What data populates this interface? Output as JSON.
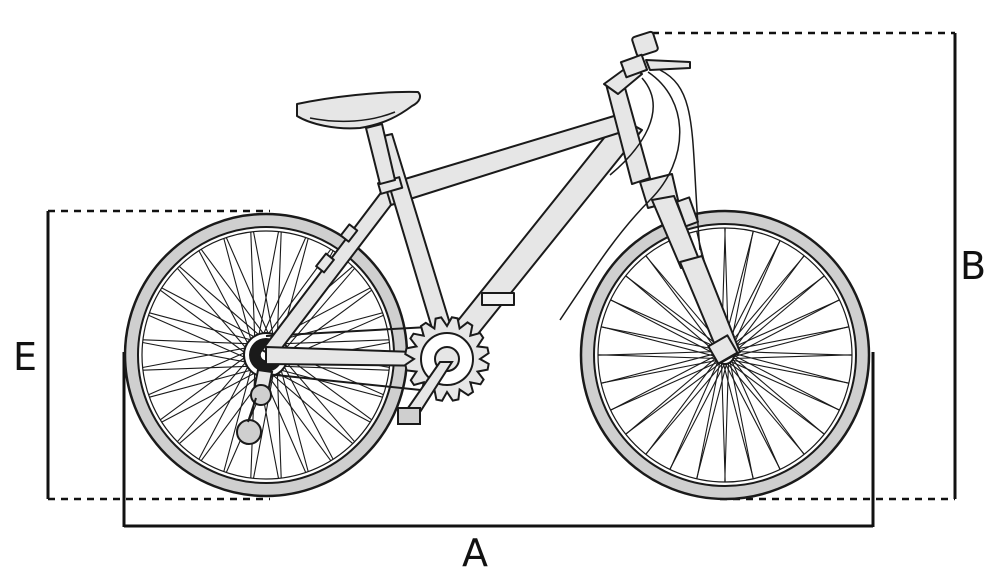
{
  "dimensions": [
    {
      "id": "A",
      "label": "A"
    },
    {
      "id": "B",
      "label": "B"
    },
    {
      "id": "E",
      "label": "E"
    }
  ],
  "wheel": {
    "spokes": 28
  },
  "colors": {
    "line": "#1a1a1a",
    "frame_fill": "#e6e6e6",
    "tire_fill": "#cfcfcf",
    "dim": "#111111"
  }
}
